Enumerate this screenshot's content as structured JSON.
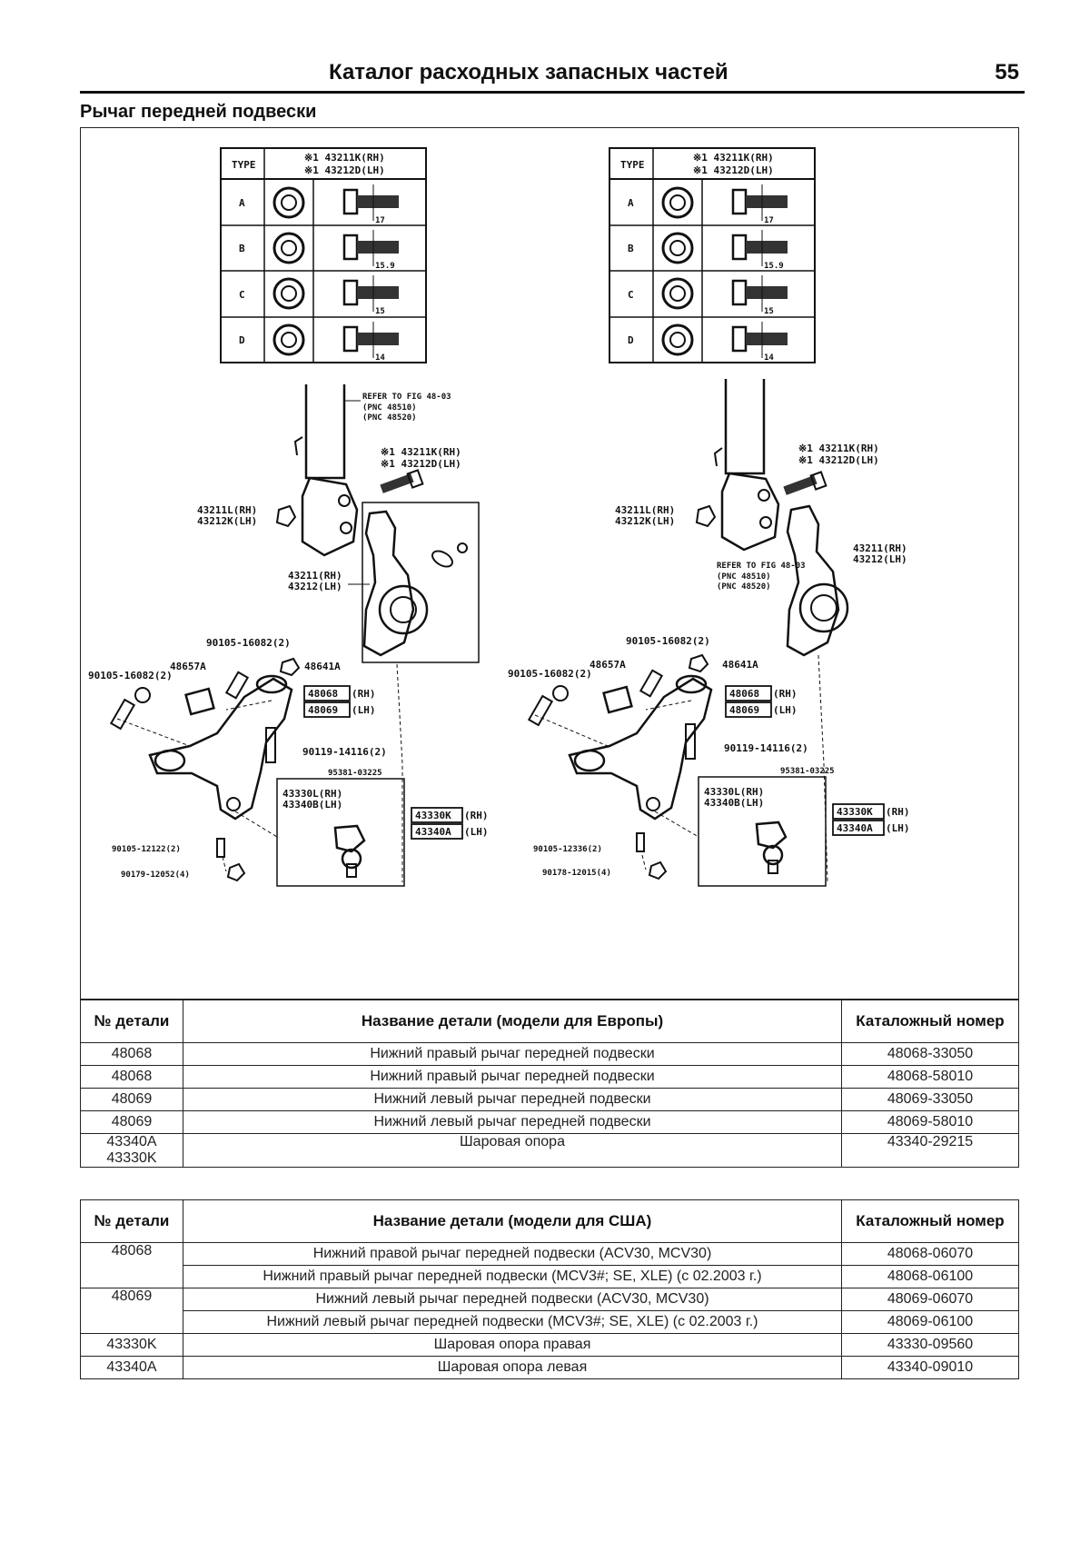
{
  "header": {
    "title": "Каталог расходных запасных частей",
    "page_number": "55"
  },
  "section_title": "Рычаг передней подвески",
  "diagram": {
    "type_table": {
      "head_type": "TYPE",
      "head_line1": "※1 43211K(RH)",
      "head_line2": "※1 43212D(LH)",
      "rows": [
        {
          "type": "A",
          "dim": "17"
        },
        {
          "type": "B",
          "dim": "15.9"
        },
        {
          "type": "C",
          "dim": "15"
        },
        {
          "type": "D",
          "dim": "14"
        }
      ]
    },
    "left": {
      "refer": "REFER TO FIG 48-03",
      "refer_pnc1": "(PNC 48510)",
      "refer_pnc2": "(PNC 48520)",
      "bolt1": "※1 43211K(RH)",
      "bolt2": "※1 43212D(LH)",
      "nut1": "43211L(RH)",
      "nut2": "43212K(LH)",
      "knuckle1": "43211(RH)",
      "knuckle2": "43212(LH)",
      "p90105_16082_top": "90105-16082(2)",
      "p48641a": "48641A",
      "p48657a": "48657A",
      "p90105_16082_left": "90105-16082(2)",
      "arm1": "48068",
      "arm1_side": "(RH)",
      "arm2": "48069",
      "arm2_side": "(LH)",
      "p90119": "90119-14116(2)",
      "p95381": "95381-03225",
      "bj_bolt1": "43330L(RH)",
      "bj_bolt2": "43340B(LH)",
      "bj1": "43330K",
      "bj1_side": "(RH)",
      "bj2": "43340A",
      "bj2_side": "(LH)",
      "p90105_12122": "90105-12122(2)",
      "p90179": "90179-12052(4)"
    },
    "right": {
      "bolt1": "※1 43211K(RH)",
      "bolt2": "※1 43212D(LH)",
      "nut1": "43211L(RH)",
      "nut2": "43212K(LH)",
      "refer": "REFER TO FIG 48-03",
      "refer_pnc1": "(PNC 48510)",
      "refer_pnc2": "(PNC 48520)",
      "knuckle1": "43211(RH)",
      "knuckle2": "43212(LH)",
      "p90105_16082_top": "90105-16082(2)",
      "p48641a": "48641A",
      "p48657a": "48657A",
      "p90105_16082_left": "90105-16082(2)",
      "arm1": "48068",
      "arm1_side": "(RH)",
      "arm2": "48069",
      "arm2_side": "(LH)",
      "p90119": "90119-14116(2)",
      "p95381": "95381-03225",
      "bj_bolt1": "43330L(RH)",
      "bj_bolt2": "43340B(LH)",
      "bj1": "43330K",
      "bj1_side": "(RH)",
      "bj2": "43340A",
      "bj2_side": "(LH)",
      "p90105_12336": "90105-12336(2)",
      "p90178": "90178-12015(4)"
    }
  },
  "europe_table": {
    "headers": [
      "№ детали",
      "Название детали (модели для Европы)",
      "Каталожный номер"
    ],
    "rows": [
      [
        "48068",
        "Нижний правый рычаг передней подвески",
        "48068-33050"
      ],
      [
        "48068",
        "Нижний правый рычаг передней подвески",
        "48068-58010"
      ],
      [
        "48069",
        "Нижний левый рычаг передней подвески",
        "48069-33050"
      ],
      [
        "48069",
        "Нижний левый рычаг передней подвески",
        "48069-58010"
      ]
    ],
    "last_row": {
      "part1": "43340A",
      "part2": "43330K",
      "name": "Шаровая опора",
      "catalog": "43340-29215"
    }
  },
  "usa_table": {
    "headers": [
      "№ детали",
      "Название детали (модели для США)",
      "Каталожный номер"
    ],
    "groups": [
      {
        "part": "48068",
        "rows": [
          {
            "name": "Нижний правой рычаг передней подвески (ACV30, MCV30)",
            "catalog": "48068-06070"
          },
          {
            "name": "Нижний правый рычаг передней подвески (MCV3#; SE, XLE) (с 02.2003 г.)",
            "catalog": "48068-06100"
          }
        ]
      },
      {
        "part": "48069",
        "rows": [
          {
            "name": "Нижний левый рычаг передней подвески (ACV30, MCV30)",
            "catalog": "48069-06070"
          },
          {
            "name": "Нижний левый рычаг передней подвески (MCV3#; SE, XLE) (с 02.2003 г.)",
            "catalog": "48069-06100"
          }
        ]
      }
    ],
    "single_rows": [
      [
        "43330K",
        "Шаровая опора правая",
        "43330-09560"
      ],
      [
        "43340A",
        "Шаровая опора левая",
        "43340-09010"
      ]
    ]
  }
}
